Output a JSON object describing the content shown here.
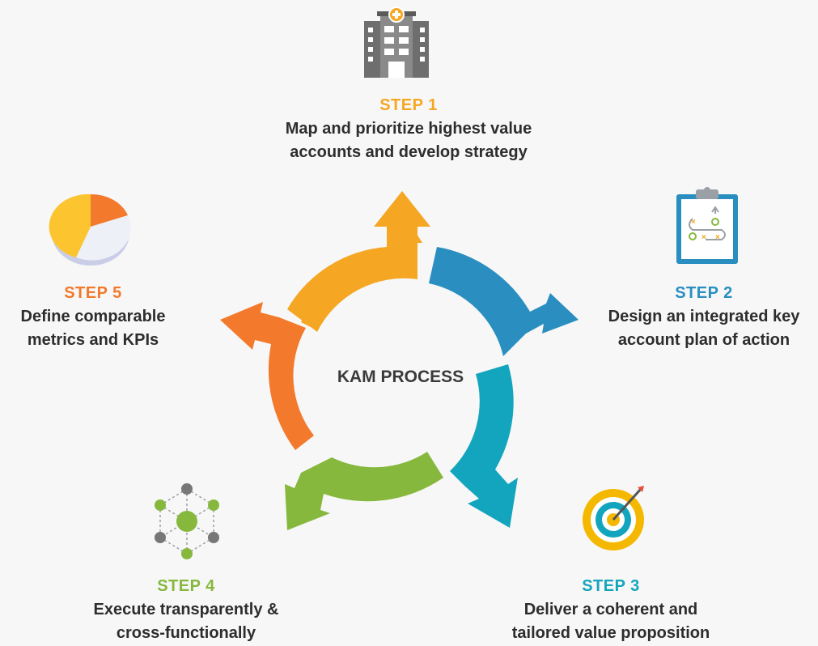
{
  "center": {
    "title": "KAM PROCESS"
  },
  "steps": [
    {
      "title": "STEP 1",
      "description_lines": [
        "Map and prioritize highest value",
        "accounts and develop strategy"
      ],
      "color": "#f5a623",
      "icon": "hospital-building-icon"
    },
    {
      "title": "STEP 2",
      "description_lines": [
        "Design an integrated key",
        "account plan of action"
      ],
      "color": "#2a8fc0",
      "icon": "clipboard-plan-icon"
    },
    {
      "title": "STEP 3",
      "description_lines": [
        "Deliver a coherent and",
        "tailored value proposition"
      ],
      "color": "#12a5bd",
      "icon": "target-icon"
    },
    {
      "title": "STEP 4",
      "description_lines": [
        "Execute transparently &",
        "cross-functionally"
      ],
      "color": "#86b83d",
      "icon": "network-nodes-icon"
    },
    {
      "title": "STEP 5",
      "description_lines": [
        "Define comparable",
        "metrics and KPIs"
      ],
      "color": "#f37a2c",
      "icon": "pie-chart-icon"
    }
  ]
}
